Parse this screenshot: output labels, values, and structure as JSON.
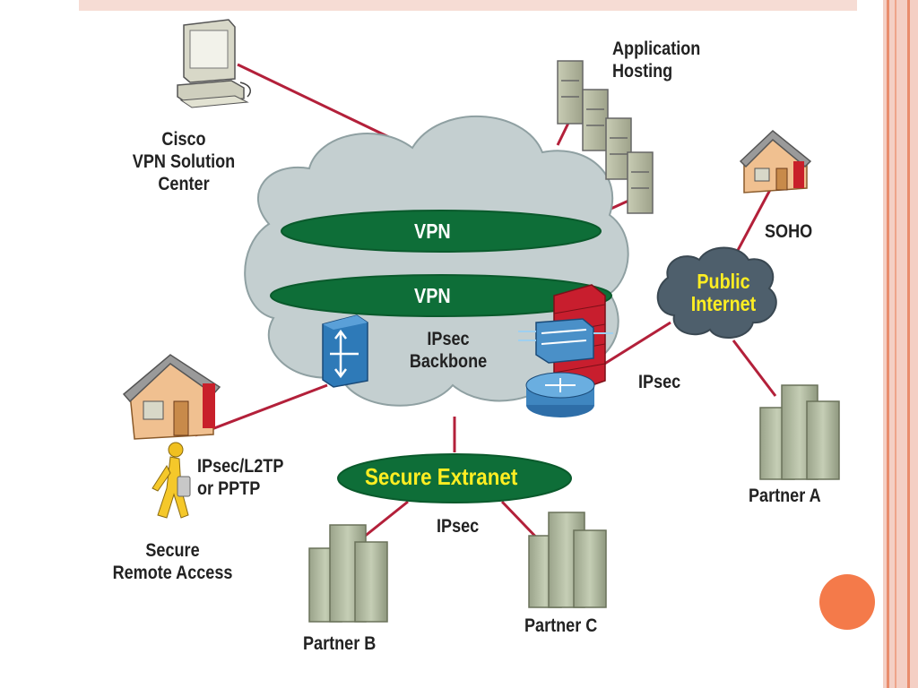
{
  "nodes": {
    "vpn_solution_center": "Cisco\nVPN Solution\nCenter",
    "application_hosting": "Application\nHosting",
    "soho": "SOHO",
    "public_internet": "Public\nInternet",
    "secure_remote_access": "Secure\nRemote Access",
    "ipsec_l2tp_pptp": "IPsec/L2TP\nor PPTP",
    "partner_a": "Partner A",
    "partner_b": "Partner B",
    "partner_c": "Partner C",
    "secure_extranet": "Secure Extranet"
  },
  "tunnels": {
    "vpn_upper": "VPN",
    "vpn_lower": "VPN"
  },
  "backbone": "IPsec\nBackbone",
  "links": {
    "ipsec_internet": "IPsec",
    "ipsec_extranet": "IPsec"
  },
  "colors": {
    "link": "#b3203a",
    "cloud": "#c4cfd0",
    "tunnel": "#0e6e38",
    "extranet_text": "#f5f020",
    "internet_cloud": "#4e5f6c",
    "building": "#b5bea5",
    "firewall": "#c81e2e",
    "router": "#3f86c0"
  }
}
